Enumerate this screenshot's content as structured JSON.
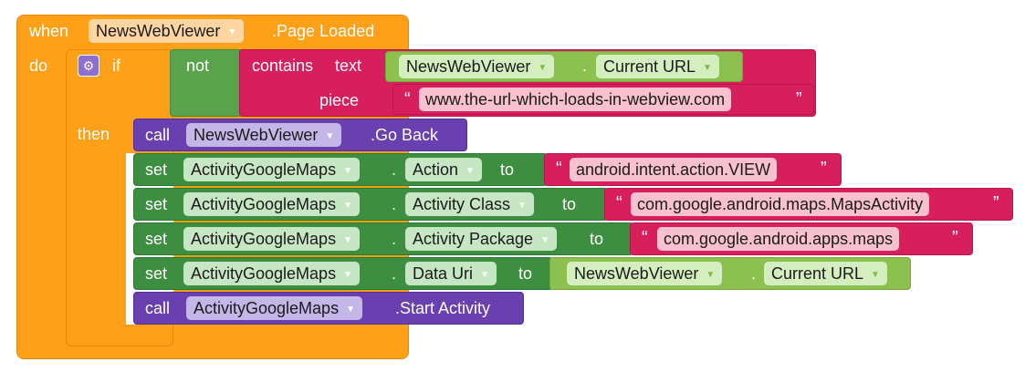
{
  "event": {
    "when_label": "when",
    "component": "NewsWebViewer",
    "event_name": ".Page Loaded",
    "do_label": "do"
  },
  "if_block": {
    "if_label": "if",
    "then_label": "then",
    "not_label": "not",
    "contains_label": "contains",
    "text_label": "text",
    "piece_label": "piece",
    "text_component": "NewsWebViewer",
    "text_property": "Current URL",
    "piece_value": "www.the-url-which-loads-in-webview.com"
  },
  "statements": {
    "go_back": {
      "call_label": "call",
      "component": "NewsWebViewer",
      "method": ".Go Back"
    },
    "set_action": {
      "set_label": "set",
      "component": "ActivityGoogleMaps",
      "property": "Action",
      "to_label": "to",
      "value": "android.intent.action.VIEW"
    },
    "set_class": {
      "set_label": "set",
      "component": "ActivityGoogleMaps",
      "property": "Activity Class",
      "to_label": "to",
      "value": "com.google.android.maps.MapsActivity"
    },
    "set_package": {
      "set_label": "set",
      "component": "ActivityGoogleMaps",
      "property": "Activity Package",
      "to_label": "to",
      "value": "com.google.android.apps.maps"
    },
    "set_datauri": {
      "set_label": "set",
      "component": "ActivityGoogleMaps",
      "property": "Data Uri",
      "to_label": "to",
      "value_component": "NewsWebViewer",
      "value_property": "Current URL"
    },
    "start_activity": {
      "call_label": "call",
      "component": "ActivityGoogleMaps",
      "method": ".Start Activity"
    }
  },
  "glyphs": {
    "open_quote": "“",
    "close_quote": "”",
    "dot": ".",
    "dropdown_arrow": "▼",
    "gear": "⚙"
  },
  "colors": {
    "event": "#ffa019",
    "control": "#ffa019",
    "logic": "#5ba24d",
    "text": "#d61f5c",
    "method": "#6a3fb0",
    "setter": "#3e8e41",
    "getter": "#8cc04f"
  }
}
